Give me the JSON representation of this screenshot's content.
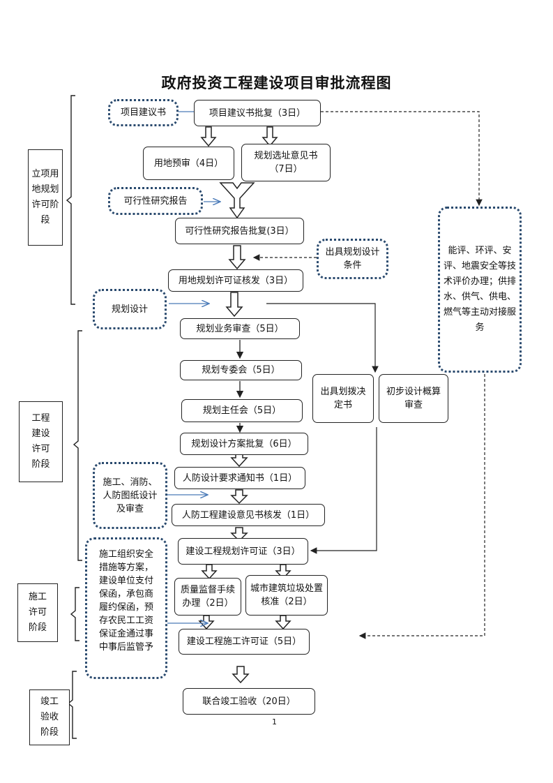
{
  "title": "政府投资工程建设项目审批流程图",
  "page_number": "1",
  "stages": {
    "s1": "立项用地规划许可阶段",
    "s2": "工程建设许可阶段",
    "s3": "施工许可阶段",
    "s4": "竣工验收阶段"
  },
  "steps": {
    "proposal_approval": "项目建议书批复（3日）",
    "land_pre_review": "用地预审（4日）",
    "site_opinion": "规划选址意见书（7日）",
    "feasibility_approval": "可行性研究报告批复(3日）",
    "land_permit": "用地规划许可证核发（3日）",
    "planning_review": "规划业务审查（5日）",
    "committee": "规划专委会（5日）",
    "director_meeting": "规划主任会（5日）",
    "scheme_approval": "规划设计方案批复（6日）",
    "civil_defense_notice": "人防设计要求通知书（1日）",
    "civil_defense_opinion": "人防工程建设意见书核发（1日）",
    "planning_permit": "建设工程规划许可证（3日）",
    "quality_supervision": "质量监督手续办理（2日）",
    "waste_approval": "城市建筑垃圾处置核准（2日）",
    "construction_permit": "建设工程施工许可证（5日）",
    "completion_acceptance": "联合竣工验收（20日）",
    "allocation_decision": "出具划拨决定书",
    "preliminary_design": "初步设计概算审查"
  },
  "inputs": {
    "proposal": "项目建议书",
    "feasibility_report": "可行性研究报告",
    "planning_conditions": "出具规划设计条件",
    "planning_design": "规划设计",
    "drawing_review": "施工、消防、人防图纸设计及审查",
    "safety_measures": "施工组织安全措施等方案，建设单位支付保函，承包商履约保函，预存农民工工资保证金通过事中事后监管予",
    "tech_evaluation": "能评、环评、安评、地震安全等技术评价办理；供排水、供气、供电、燃气等主动对接服务"
  },
  "colors": {
    "dotted_border": "#2a4a6e",
    "thin_arrow": "#4a7ab8",
    "line": "#222222"
  }
}
